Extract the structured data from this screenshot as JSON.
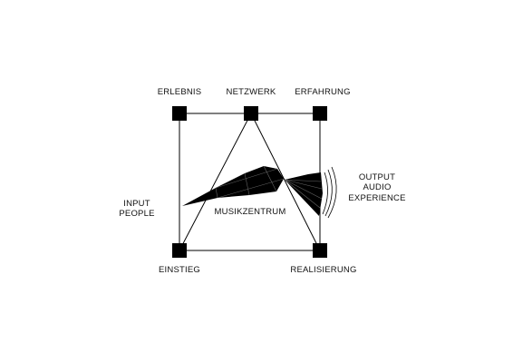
{
  "colors": {
    "ink": "#000000",
    "background": "#ffffff"
  },
  "nodes": {
    "erlebnis": "ERLEBNIS",
    "netzwerk": "NETZWERK",
    "erfahrung": "ERFAHRUNG",
    "einstieg": "EINSTIEG",
    "realisierung": "REALISIERUNG"
  },
  "center_label": "MUSIKZENTRUM",
  "input": {
    "line1": "INPUT",
    "line2": "PEOPLE"
  },
  "output": {
    "line1": "OUTPUT",
    "line2": "AUDIO",
    "line3": "EXPERIENCE"
  }
}
